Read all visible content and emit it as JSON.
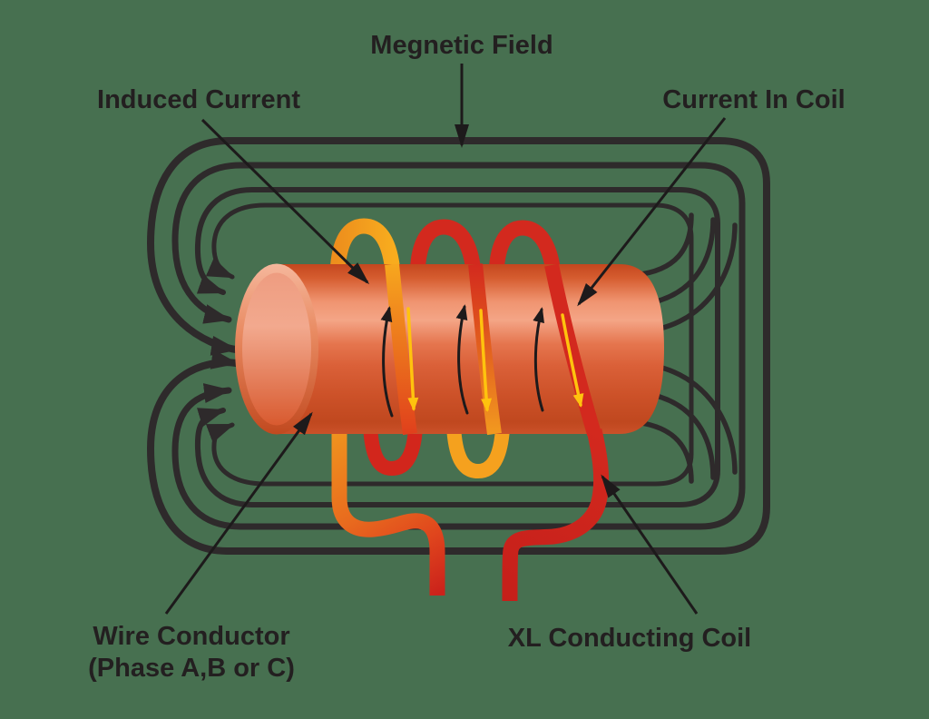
{
  "diagram_title": "Electromagnetic induction coil diagram",
  "labels": {
    "magnetic_field": "Megnetic Field",
    "induced_current": "Induced Current",
    "current_in_coil": "Current In Coil",
    "wire_conductor_line1": "Wire Conductor",
    "wire_conductor_line2": "(Phase A,B or C)",
    "conducting_coil": "XL Conducting Coil"
  },
  "colors": {
    "background": "#477050",
    "field_line": "#2E2A2B",
    "text": "#231F20",
    "arrow_ink": "#1D1A1B",
    "coil_orange": "#F5A11E",
    "coil_red": "#D3291E",
    "current_arrow_yellow": "#FFC30E",
    "copper_light": "#F4A586",
    "copper_dark": "#C4471E"
  }
}
